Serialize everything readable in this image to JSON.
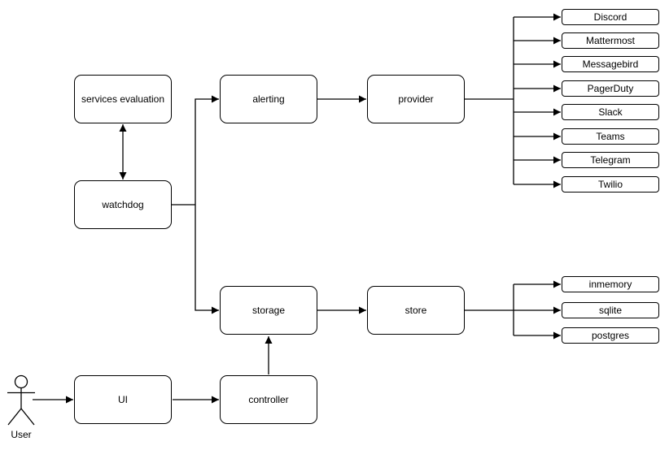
{
  "diagram": {
    "nodes": {
      "services_evaluation": "services evaluation",
      "watchdog": "watchdog",
      "alerting": "alerting",
      "provider": "provider",
      "storage": "storage",
      "store": "store",
      "ui": "UI",
      "controller": "controller"
    },
    "user_label": "User",
    "providers": [
      "Discord",
      "Mattermost",
      "Messagebird",
      "PagerDuty",
      "Slack",
      "Teams",
      "Telegram",
      "Twilio"
    ],
    "stores": [
      "inmemory",
      "sqlite",
      "postgres"
    ],
    "colors": {
      "stroke": "#000000",
      "node_fill": "#ffffff",
      "text": "#000000",
      "background": "#ffffff"
    },
    "edges": [
      {
        "from": "services evaluation",
        "to": "watchdog",
        "type": "bidirectional"
      },
      {
        "from": "watchdog",
        "to": "alerting",
        "type": "arrow"
      },
      {
        "from": "watchdog",
        "to": "storage",
        "type": "arrow"
      },
      {
        "from": "alerting",
        "to": "provider",
        "type": "arrow"
      },
      {
        "from": "provider",
        "to": "Discord",
        "type": "arrow"
      },
      {
        "from": "provider",
        "to": "Mattermost",
        "type": "arrow"
      },
      {
        "from": "provider",
        "to": "Messagebird",
        "type": "arrow"
      },
      {
        "from": "provider",
        "to": "PagerDuty",
        "type": "arrow"
      },
      {
        "from": "provider",
        "to": "Slack",
        "type": "arrow"
      },
      {
        "from": "provider",
        "to": "Teams",
        "type": "arrow"
      },
      {
        "from": "provider",
        "to": "Telegram",
        "type": "arrow"
      },
      {
        "from": "provider",
        "to": "Twilio",
        "type": "arrow"
      },
      {
        "from": "storage",
        "to": "store",
        "type": "arrow"
      },
      {
        "from": "store",
        "to": "inmemory",
        "type": "arrow"
      },
      {
        "from": "store",
        "to": "sqlite",
        "type": "arrow"
      },
      {
        "from": "store",
        "to": "postgres",
        "type": "arrow"
      },
      {
        "from": "controller",
        "to": "storage",
        "type": "arrow"
      },
      {
        "from": "UI",
        "to": "controller",
        "type": "arrow"
      },
      {
        "from": "User",
        "to": "UI",
        "type": "arrow"
      }
    ]
  }
}
